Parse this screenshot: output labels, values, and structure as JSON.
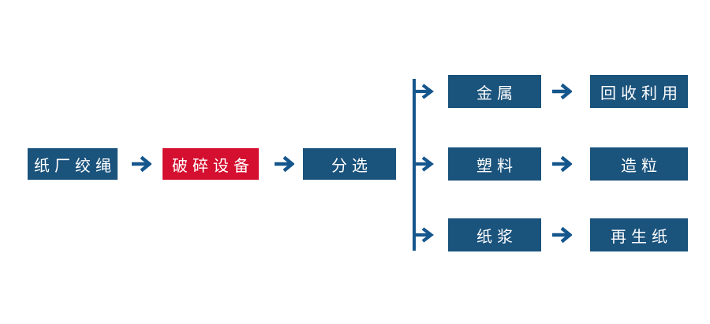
{
  "colors": {
    "background": "#FFFFFF",
    "node_blue": "#1A537C",
    "node_red": "#D50F2F",
    "connector_blue": "#15568C",
    "text": "#FFFFFF"
  },
  "flow": {
    "nodes": [
      {
        "id": "paper-mill-rope",
        "label": "纸厂绞绳",
        "color": "blue"
      },
      {
        "id": "crushing-equipment",
        "label": "破碎设备",
        "color": "red"
      },
      {
        "id": "sorting",
        "label": "分选",
        "color": "blue"
      }
    ]
  },
  "branches": [
    {
      "material": "金属",
      "result": "回收利用"
    },
    {
      "material": "塑料",
      "result": "造粒"
    },
    {
      "material": "纸浆",
      "result": "再生纸"
    }
  ],
  "icons": {
    "arrow": "→"
  }
}
